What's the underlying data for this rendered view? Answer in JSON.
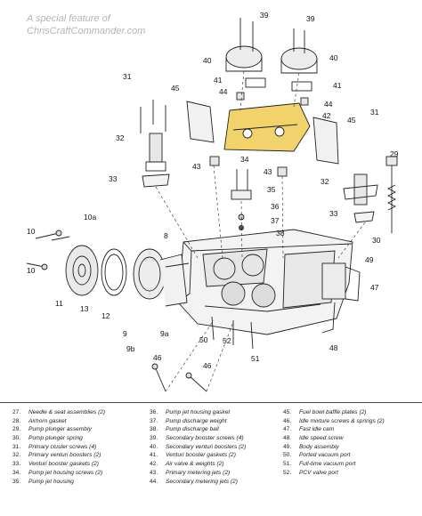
{
  "watermark": {
    "line1": "A special feature of",
    "line2": "ChrisCraftCommander.com"
  },
  "callouts": [
    "39",
    "39",
    "40",
    "40",
    "41",
    "41",
    "44",
    "44",
    "31",
    "31",
    "45",
    "45",
    "42",
    "32",
    "32",
    "33",
    "33",
    "43",
    "43",
    "34",
    "35",
    "36",
    "37",
    "38",
    "29",
    "30",
    "10a",
    "10",
    "10",
    "8",
    "11",
    "13",
    "12",
    "9",
    "9a",
    "9b",
    "46",
    "46",
    "50",
    "52",
    "51",
    "48",
    "47",
    "49"
  ],
  "legend": {
    "col1": [
      {
        "num": "27.",
        "label": "Needle & seat assemblies (2)"
      },
      {
        "num": "28.",
        "label": "Airhorn gasket"
      },
      {
        "num": "29.",
        "label": "Pump plunger assembly"
      },
      {
        "num": "30.",
        "label": "Pump plunger spring"
      },
      {
        "num": "31.",
        "label": "Primary cluster screws (4)"
      },
      {
        "num": "32.",
        "label": "Primary venturi boosters (2)"
      },
      {
        "num": "33.",
        "label": "Venturi booster gaskets (2)"
      },
      {
        "num": "34.",
        "label": "Pump jet housing screws (2)"
      },
      {
        "num": "35.",
        "label": "Pump jet housing"
      }
    ],
    "col2": [
      {
        "num": "36.",
        "label": "Pump jet housing gasket"
      },
      {
        "num": "37.",
        "label": "Pump discharge weight"
      },
      {
        "num": "38.",
        "label": "Pump discharge ball"
      },
      {
        "num": "39.",
        "label": "Secondary booster screws (4)"
      },
      {
        "num": "40.",
        "label": "Secondary venturi boosters (2)"
      },
      {
        "num": "41.",
        "label": "Venturi booster gaskets (2)"
      },
      {
        "num": "42.",
        "label": "Air valve & weights (2)"
      },
      {
        "num": "43.",
        "label": "Primary metering jets (2)"
      },
      {
        "num": "44.",
        "label": "Secondary metering jets (2)"
      }
    ],
    "col3": [
      {
        "num": "45.",
        "label": "Fuel bowl baffle plates (2)"
      },
      {
        "num": "46.",
        "label": "Idle mixture screws & springs (2)"
      },
      {
        "num": "47.",
        "label": "Fast idle cam"
      },
      {
        "num": "48.",
        "label": "Idle speed screw"
      },
      {
        "num": "49.",
        "label": "Body assembly"
      },
      {
        "num": "50.",
        "label": "Ported vacuum port"
      },
      {
        "num": "51.",
        "label": "Full-time vacuum port"
      },
      {
        "num": "52.",
        "label": "PCV valve port"
      }
    ]
  }
}
